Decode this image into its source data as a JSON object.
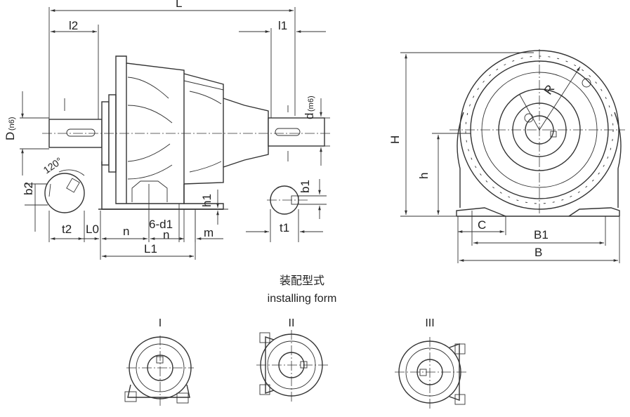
{
  "dimensions": {
    "L": "L",
    "l2": "l2",
    "l1": "l1",
    "D": "D",
    "D_sub": "(n6)",
    "d": "d",
    "d_sub": "(m6)",
    "b2": "b2",
    "b1": "b1",
    "angle": "120°",
    "h1": "h1",
    "t2": "t2",
    "L0": "L0",
    "n": "n",
    "n2": "n",
    "six_d1": "6-d1",
    "m": "m",
    "L1": "L1",
    "t1": "t1",
    "R": "R",
    "H": "H",
    "h": "h",
    "C": "C",
    "B1": "B1",
    "B": "B"
  },
  "caption": {
    "cn": "装配型式",
    "en": "installing form"
  },
  "forms": {
    "form1": "I",
    "form2": "II",
    "form3": "III"
  }
}
